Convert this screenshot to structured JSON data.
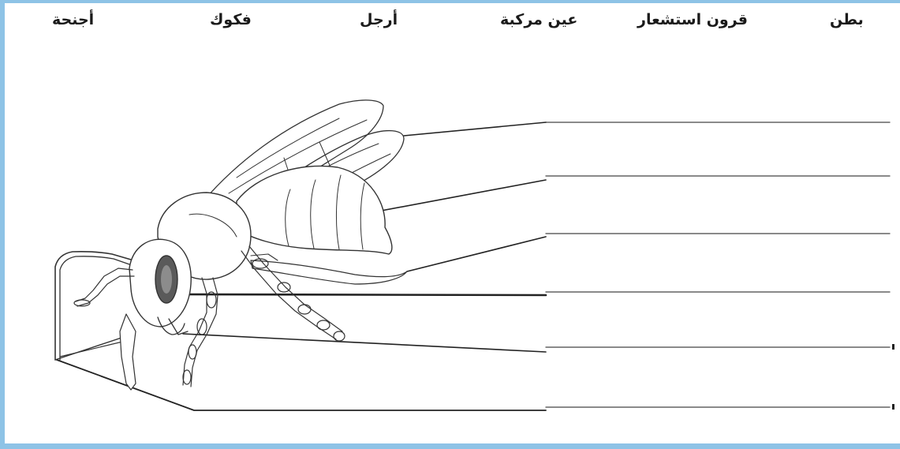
{
  "word_bank": [
    "بطن",
    "قرون استشعار",
    "عين مركبة",
    "أرجل",
    "فكوك",
    "أجنحة"
  ],
  "answer_lines": [
    "",
    "",
    "",
    "",
    "",
    ""
  ],
  "colors": {
    "border": "#8ec3e6",
    "paper": "#ffffff",
    "ink": "#333333"
  }
}
